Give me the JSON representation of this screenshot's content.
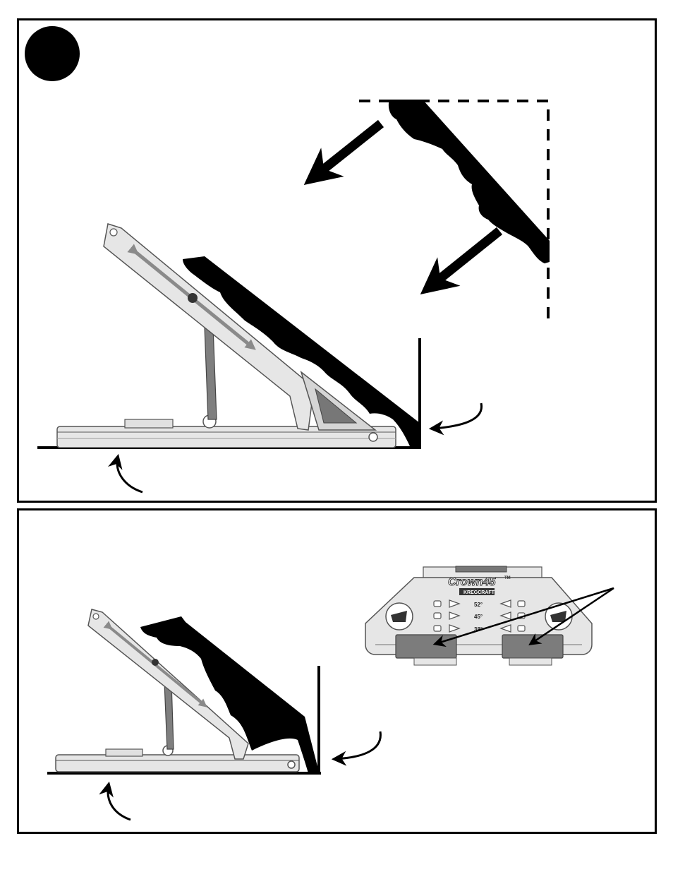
{
  "figure": {
    "step_marker": "",
    "tool": {
      "brand_name": "Crown45",
      "trademark": "TM",
      "maker_name": "KREGCRAFT",
      "angle_labels": [
        "52°",
        "45°",
        "38°"
      ]
    }
  },
  "colors": {
    "ink": "#000000",
    "tool_body": "#e6e6e6",
    "tool_outline": "#555555",
    "tool_shadow": "#9a9a9a",
    "tab_gray": "#7c7c7c"
  },
  "icons": [
    "step-marker",
    "move-arrow-icon",
    "pointer-arrow-icon",
    "double-arrow-icon",
    "logo-icon"
  ]
}
